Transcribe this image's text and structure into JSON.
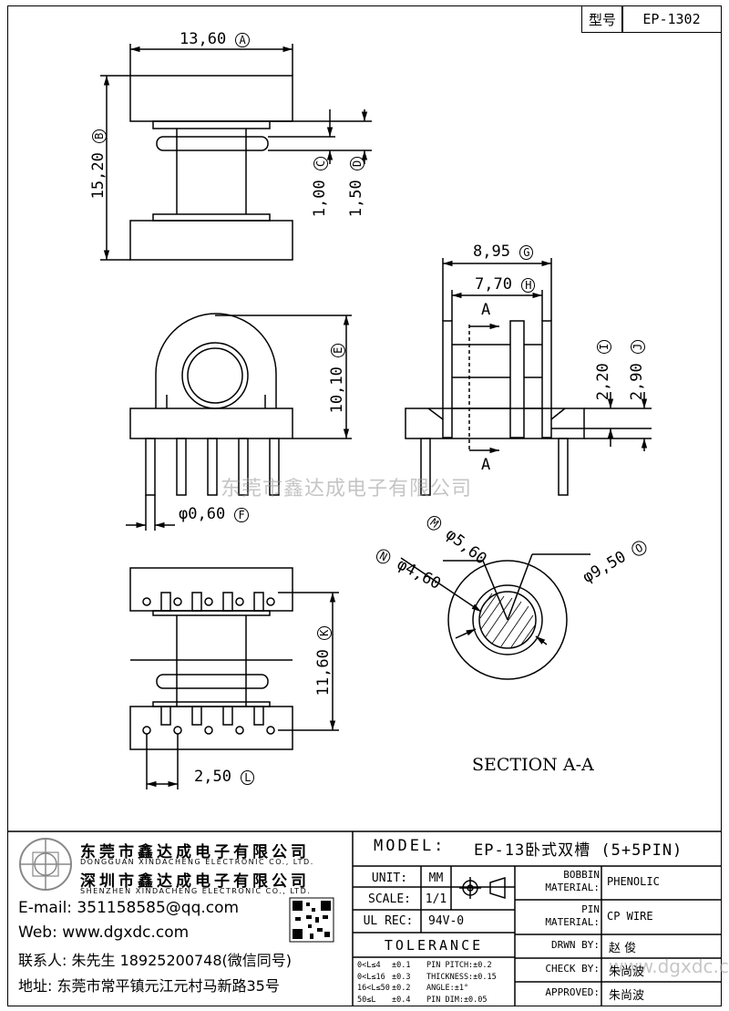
{
  "header": {
    "label": "型号",
    "model_no": "EP-1302"
  },
  "dimensions": {
    "A": "13,60",
    "A_code": "A",
    "B": "15,20",
    "B_code": "B",
    "C": "1,00",
    "C_code": "C",
    "D": "1,50",
    "D_code": "D",
    "E": "10,10",
    "E_code": "E",
    "F": "φ0,60",
    "F_code": "F",
    "G": "8,95",
    "G_code": "G",
    "H": "7,70",
    "H_code": "H",
    "I": "2,20",
    "I_code": "I",
    "J": "2,90",
    "J_code": "J",
    "K": "11,60",
    "K_code": "K",
    "L": "2,50",
    "L_code": "L",
    "M": "φ5,60",
    "M_code": "M",
    "N": "φ4,60",
    "N_code": "N",
    "O": "φ9,50",
    "O_code": "O"
  },
  "section": {
    "cut_label": "A",
    "title": "SECTION A-A"
  },
  "watermark": "东莞市鑫达成电子有限公司",
  "watermark2": "www.dgxdc.com",
  "company": {
    "name_dg": "东莞市鑫达成电子有限公司",
    "name_dg_en": "DONGGUAN XINDACHENG ELECTRONIC CO., LTD.",
    "name_sz": "深圳市鑫达成电子有限公司",
    "name_sz_en": "SHENZHEN XINDACHENG ELECTRONIC CO., LTD.",
    "email": "E-mail: 351158585@qq.com",
    "web": "Web: www.dgxdc.com",
    "contact": "联系人: 朱先生 18925200748(微信同号)",
    "address": "地址: 东莞市常平镇元江元村马新路35号"
  },
  "titleblock": {
    "model_label": "MODEL:",
    "model_value": "EP-13卧式双槽 (5+5PIN)",
    "unit_label": "UNIT:",
    "unit_value": "MM",
    "scale_label": "SCALE:",
    "scale_value": "1/1",
    "ulrec_label": "UL REC:",
    "ulrec_value": "94V-0",
    "tolerance_label": "TOLERANCE",
    "bobbin_label_1": "BOBBIN",
    "bobbin_label_2": "MATERIAL:",
    "bobbin_value": "PHENOLIC",
    "pin_label_1": "PIN",
    "pin_label_2": "MATERIAL:",
    "pin_value": "CP WIRE",
    "drwn_label": "DRWN BY:",
    "drwn_value": "赵  俊",
    "check_label": "CHECK BY:",
    "check_value": "朱尚波",
    "approved_label": "APPROVED:",
    "approved_value": "朱尚波",
    "tol_rows": [
      [
        "0<L≤4",
        "±0.1",
        "PIN PITCH:±0.2"
      ],
      [
        "0<L≤16",
        "±0.3",
        "THICKNESS:±0.15"
      ],
      [
        "16<L≤50",
        "±0.2",
        "ANGLE:±1°"
      ],
      [
        "50≤L",
        "±0.4",
        "PIN DIM:±0.05"
      ]
    ]
  }
}
